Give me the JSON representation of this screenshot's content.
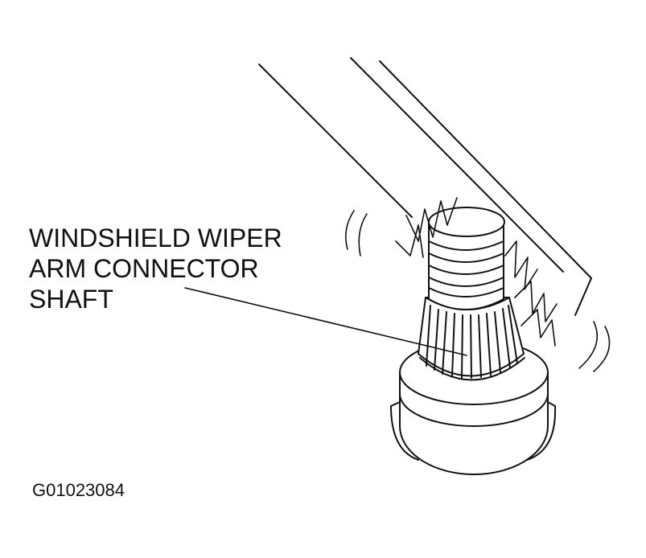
{
  "callout": {
    "lines": [
      "WINDSHIELD WIPER",
      "ARM CONNECTOR",
      "SHAFT"
    ]
  },
  "figure_id": "G01023084",
  "colors": {
    "ink": "#111111",
    "paper": "#ffffff"
  }
}
